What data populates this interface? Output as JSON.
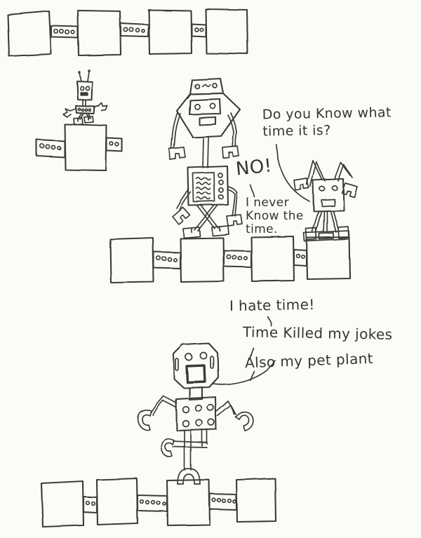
{
  "colors": {
    "ink": "#3b3b37",
    "paper": "#fbfbf8"
  },
  "speech": {
    "question": {
      "line1": "Do you Know what",
      "line2": "time it is?"
    },
    "no": "NO!",
    "never": {
      "line1": "I never",
      "line2": "Know the",
      "line3": "time."
    },
    "hate": "I hate time!",
    "killed": "Time Killed my jokes",
    "plant": "Also my pet plant"
  }
}
